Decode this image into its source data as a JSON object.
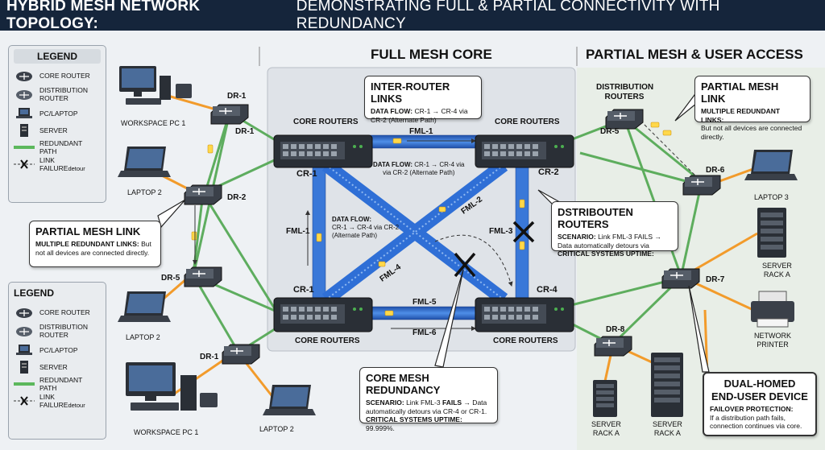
{
  "title": {
    "bold": "HYBRID MESH NETWORK TOPOLOGY:",
    "rest": "DEMONSTRATING FULL & PARTIAL CONNECTIVITY WITH REDUNDANCY"
  },
  "sections": {
    "full_mesh": "FULL MESH CORE",
    "partial_mesh": "PARTIAL MESH & USER ACCESS"
  },
  "legend": {
    "title": "LEGEND",
    "items": [
      {
        "label": "CORE ROUTER",
        "icon": "core-router-icon"
      },
      {
        "label": "DISTRIBUTION ROUTER",
        "icon": "distribution-router-icon"
      },
      {
        "label": "PC/LAPTOP",
        "icon": "laptop-icon"
      },
      {
        "label": "SERVER",
        "icon": "server-icon"
      },
      {
        "label": "REDUNDANT PATH",
        "icon": "redundant-path-icon"
      },
      {
        "label": "LINK FAILURE",
        "suffix": "detour",
        "icon": "link-failure-icon"
      }
    ]
  },
  "labels": {
    "core_routers": "CORE ROUTERS",
    "distribution_routers": "DISTRIBUTION ROUTERS",
    "cr1": "CR-1",
    "cr2": "CR-2",
    "cr1b": "CR-1",
    "cr4": "CR-4",
    "dr1": "DR-1",
    "dr1b": "DR-1",
    "dr1c": "DR-1",
    "dr2": "DR-2",
    "dr5": "DR-5",
    "dr5r": "DR-5",
    "dr6": "DR-6",
    "dr7": "DR-7",
    "dr8": "DR-8",
    "fml1": "FML-1",
    "fml1v": "FML-1",
    "fml2": "FML-2",
    "fml3": "FML-3",
    "fml4": "FML-4",
    "fml5": "FML-5",
    "fml6": "FML-6",
    "workspace_pc1": "WORKSPACE PC 1",
    "workspace_pc1b": "WORKSPACE PC 1",
    "laptop2a": "LAPTOP 2",
    "laptop2b": "LAPTOP 2",
    "laptop2c": "LAPTOP 2",
    "laptop3": "LAPTOP 3",
    "server_rack_a1": "SERVER",
    "server_rack_a1b": "RACK A",
    "server_rack_a2": "SERVER",
    "server_rack_a2b": "RACK A",
    "server_rack_a3": "SERVER",
    "server_rack_a3b": "RACK A",
    "network_printer1": "NETWORK",
    "network_printer2": "PRINTER"
  },
  "flows": {
    "top_prefix": "DATA FLOW:",
    "top_text": "CR-1 → CR-4 via",
    "top_text2": "via CR-2 (Alternate Path)",
    "mid_prefix": "DATA FLOW:",
    "mid_text": "CR-1 → CR-4 via CR-2",
    "mid_text2": "(Alternate Path)"
  },
  "callouts": {
    "inter_router": {
      "title": "INTER-ROUTER LINKS",
      "key": "DATA FLOW:",
      "text": "CR-1 → CR-4 via",
      "text2": "CR-2 (Alternate Path)"
    },
    "partial_right": {
      "title": "PARTIAL MESH LINK",
      "key": "MULTIPLE REDUNDANT LINKS:",
      "text": "But not all devices are connected",
      "text2": "directly."
    },
    "partial_left": {
      "title": "PARTIAL MESH LINK",
      "key": "MULTIPLE REDUNDANT LINKS:",
      "text": "But",
      "text2": "not all devices are connected directly."
    },
    "distributen": {
      "title": "DSTRIBOUTEN ROUTERS",
      "key": "SCENARIO:",
      "text": "Link FML-3 FAILS →",
      "text2": "Data  automatically detours via",
      "key2": "CRITICAL SYSTEMS UPTIME:"
    },
    "core_redundancy": {
      "title": "CORE MESH REDUNDANCY",
      "key": "SCENARIO:",
      "text": "Link FML-3",
      "fails": "FAILS",
      "text_b": "→ Data",
      "text2": "automatically detours via CR-4 or CR-1.",
      "key2": "CRITICAL SYSTEMS UPTIME:",
      "uptime": "99.999%."
    },
    "dual_homed": {
      "title": "DUAL-HOMED",
      "title2": "END-USER DEVICE",
      "key": "FAILOVER PROTECTION:",
      "text": "If a distribution path fails,",
      "text2": "connection continues via core."
    }
  },
  "colors": {
    "title_bg": "#15253b",
    "green": "#5cb85c",
    "orange": "#f29b2b",
    "blue": "#2f6fd6",
    "router": "#2a2f36"
  }
}
